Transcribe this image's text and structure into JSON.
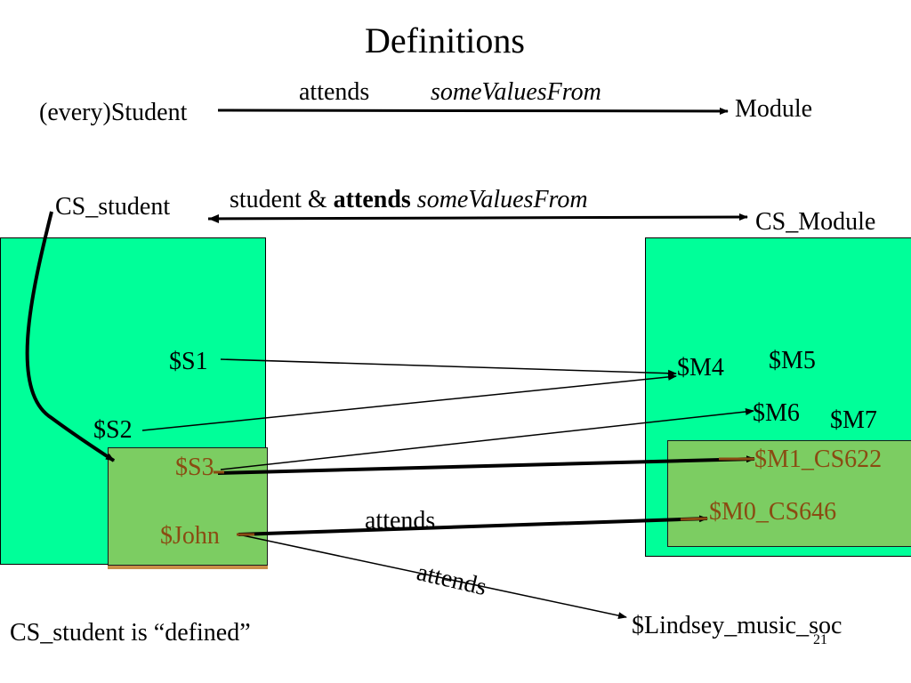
{
  "title": "Definitions",
  "row1": {
    "left_label": "(every)Student",
    "right_label": "Module",
    "relation": "attends",
    "restriction": "someValuesFrom"
  },
  "row2": {
    "left_label": "CS_student",
    "right_label": "CS_Module",
    "relation_prefix": "student & ",
    "relation_bold": "attends",
    "restriction": "someValuesFrom"
  },
  "left_set": {
    "items": [
      "$S1",
      "$S2"
    ]
  },
  "left_subset": {
    "items": [
      "$S3",
      "$John"
    ]
  },
  "right_set": {
    "items": [
      "$M4",
      "$M5",
      "$M6",
      "$M7"
    ]
  },
  "right_subset": {
    "items": [
      "$M1_CS622",
      "$M0_CS646"
    ]
  },
  "edge_labels": {
    "attends_1": "attends",
    "attends_2": "attends"
  },
  "external_node": "$Lindsey_music_soc",
  "footer_note": "CS_student is “defined”",
  "slide_number": "21",
  "colors": {
    "set_fill": "#00ff99",
    "subset_fill": "#7ccd62",
    "instance_text_brown": "#8a4b12"
  }
}
